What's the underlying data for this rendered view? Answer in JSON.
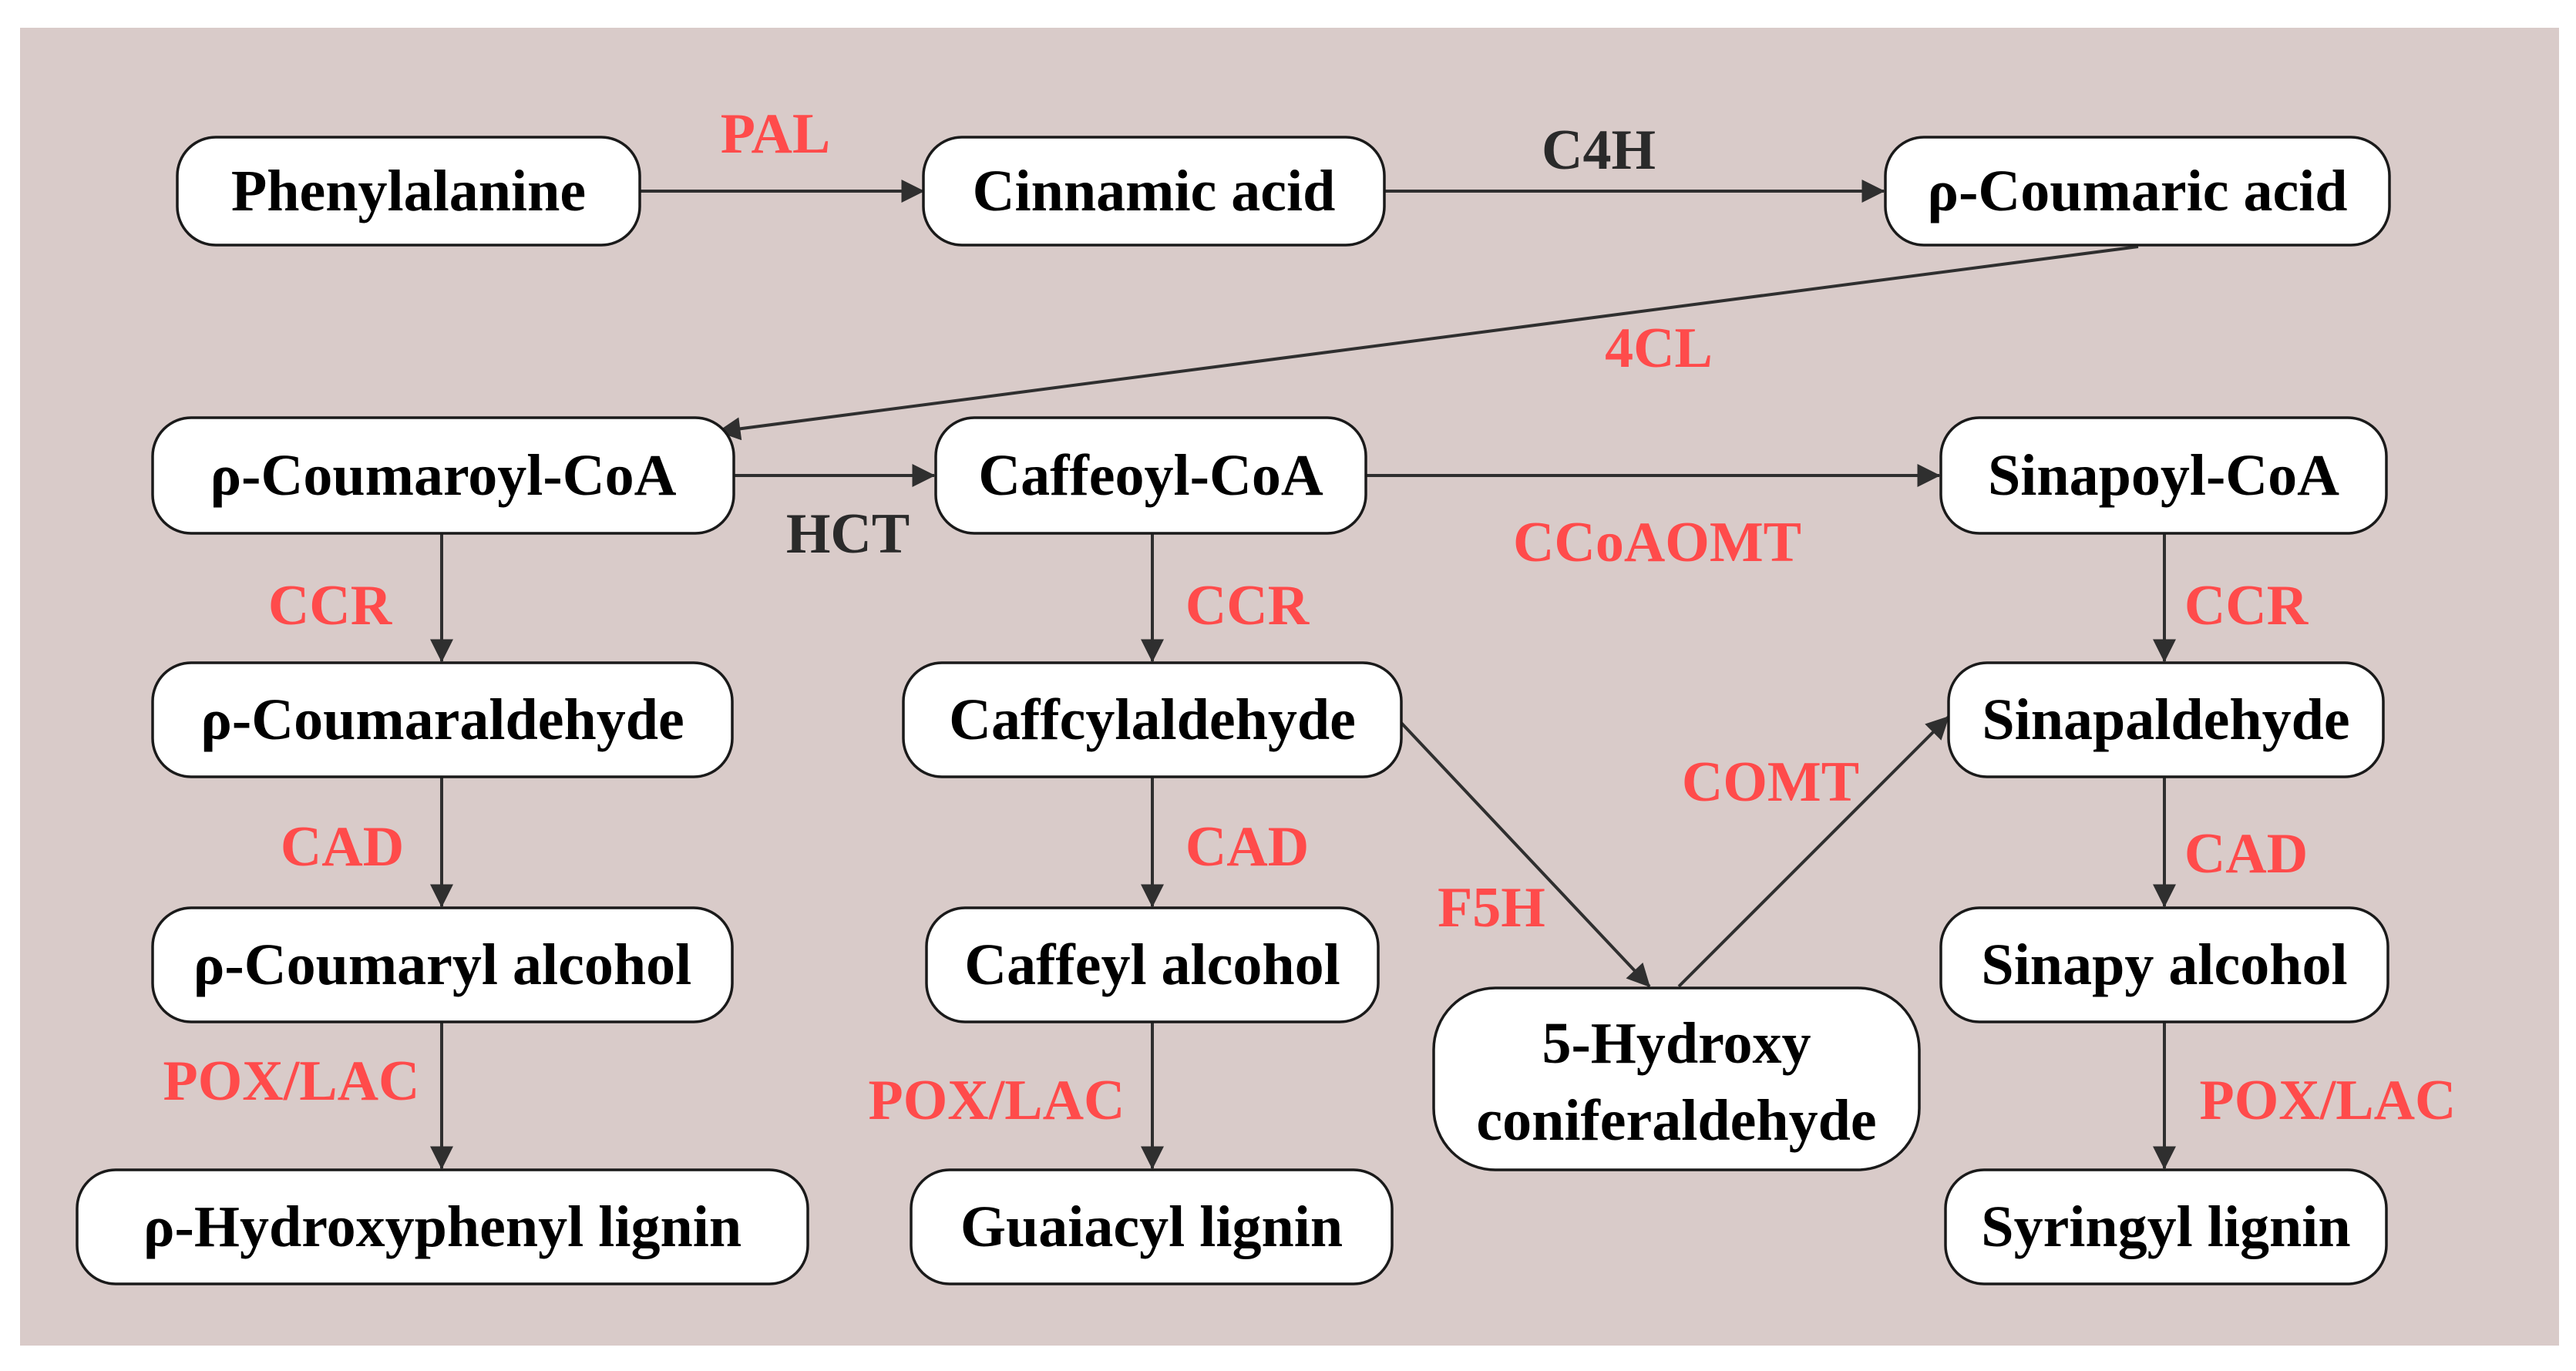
{
  "colors": {
    "background": "#d9cbc9",
    "node_fill": "#ffffff",
    "node_border": "#1a1a1a",
    "enzyme_red": "#ff4b4b",
    "enzyme_black": "#2a2a2a",
    "arrow": "#2f2f2f"
  },
  "nodes": {
    "phenylalanine": "Phenylalanine",
    "cinnamic_acid": "Cinnamic acid",
    "p_coumaric_acid": "ρ-Coumaric acid",
    "p_coumaroyl_coa": "ρ-Coumaroyl-CoA",
    "caffeoyl_coa": "Caffeoyl-CoA",
    "sinapoyl_coa": "Sinapoyl-CoA",
    "p_coumaraldehyde": "ρ-Coumaraldehyde",
    "caffcylaldehyde": "Caffcylaldehyde",
    "sinapaldehyde": "Sinapaldehyde",
    "p_coumaryl_alcohol": "ρ-Coumaryl alcohol",
    "caffeyl_alcohol": "Caffeyl alcohol",
    "hydroxy_coniferaldehyde_line1": "5-Hydroxy",
    "hydroxy_coniferaldehyde_line2": "coniferaldehyde",
    "sinapy_alcohol": "Sinapy alcohol",
    "p_hydroxyphenyl_lignin": "ρ-Hydroxyphenyl lignin",
    "guaiacyl_lignin": "Guaiacyl lignin",
    "syringyl_lignin": "Syringyl lignin"
  },
  "enzymes": {
    "pal": "PAL",
    "c4h": "C4H",
    "cl4": "4CL",
    "hct": "HCT",
    "ccoaomt": "CCoAOMT",
    "ccr_left": "CCR",
    "ccr_middle": "CCR",
    "ccr_right": "CCR",
    "cad_left": "CAD",
    "cad_middle": "CAD",
    "cad_right": "CAD",
    "f5h": "F5H",
    "comt": "COMT",
    "pox_lac_left": "POX/LAC",
    "pox_lac_middle": "POX/LAC",
    "pox_lac_right": "POX/LAC"
  }
}
